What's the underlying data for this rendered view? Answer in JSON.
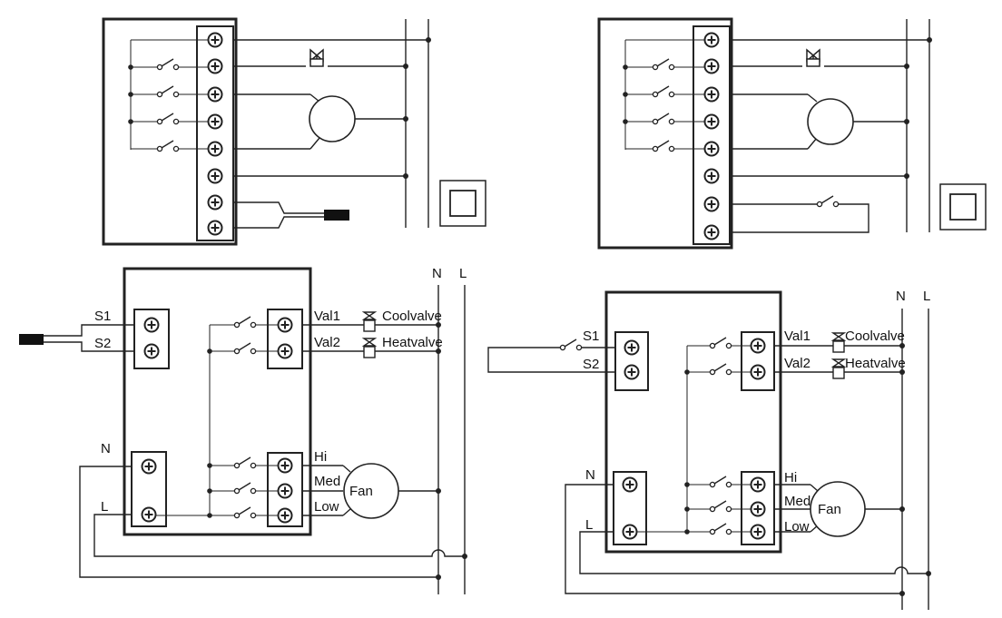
{
  "diagram_bl": {
    "sensor_labels": [
      "S1",
      "S2"
    ],
    "output_labels": [
      "Val1",
      "Val2"
    ],
    "valve_labels": [
      "Coolvalve",
      "Heatvalve"
    ],
    "power_labels": [
      "N",
      "L"
    ],
    "speed_labels": [
      "Hi",
      "Med",
      "Low"
    ],
    "fan_label": "Fan",
    "mains_labels": [
      "N",
      "L"
    ]
  },
  "diagram_br": {
    "sensor_labels": [
      "S1",
      "S2"
    ],
    "output_labels": [
      "Val1",
      "Val2"
    ],
    "valve_labels": [
      "Coolvalve",
      "Heatvalve"
    ],
    "power_labels": [
      "N",
      "L"
    ],
    "speed_labels": [
      "Hi",
      "Med",
      "Low"
    ],
    "fan_label": "Fan",
    "mains_labels": [
      "N",
      "L"
    ]
  }
}
